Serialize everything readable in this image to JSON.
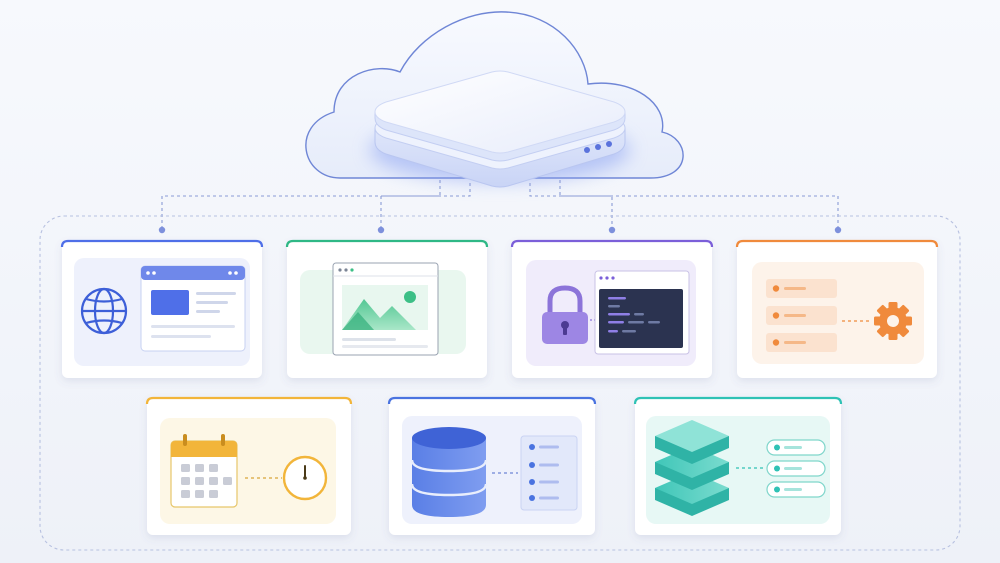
{
  "diagram": {
    "hub": {
      "name": "cloud-hosting-server",
      "indicator_lights": 3
    },
    "services": [
      {
        "id": "web-hosting",
        "accent": "#4f6fe8",
        "icon": "globe-icon"
      },
      {
        "id": "media-hosting",
        "accent": "#2fb886",
        "icon": "image-icon"
      },
      {
        "id": "security",
        "accent": "#7b5fd9",
        "icon": "padlock-icon"
      },
      {
        "id": "configuration",
        "accent": "#f08a3c",
        "icon": "gear-icon"
      },
      {
        "id": "scheduling",
        "accent": "#f2b53a",
        "icon": "calendar-icon"
      },
      {
        "id": "database",
        "accent": "#4a73e0",
        "icon": "database-icon"
      },
      {
        "id": "storage",
        "accent": "#2fc2b5",
        "icon": "stacked-layers-icon"
      }
    ]
  }
}
